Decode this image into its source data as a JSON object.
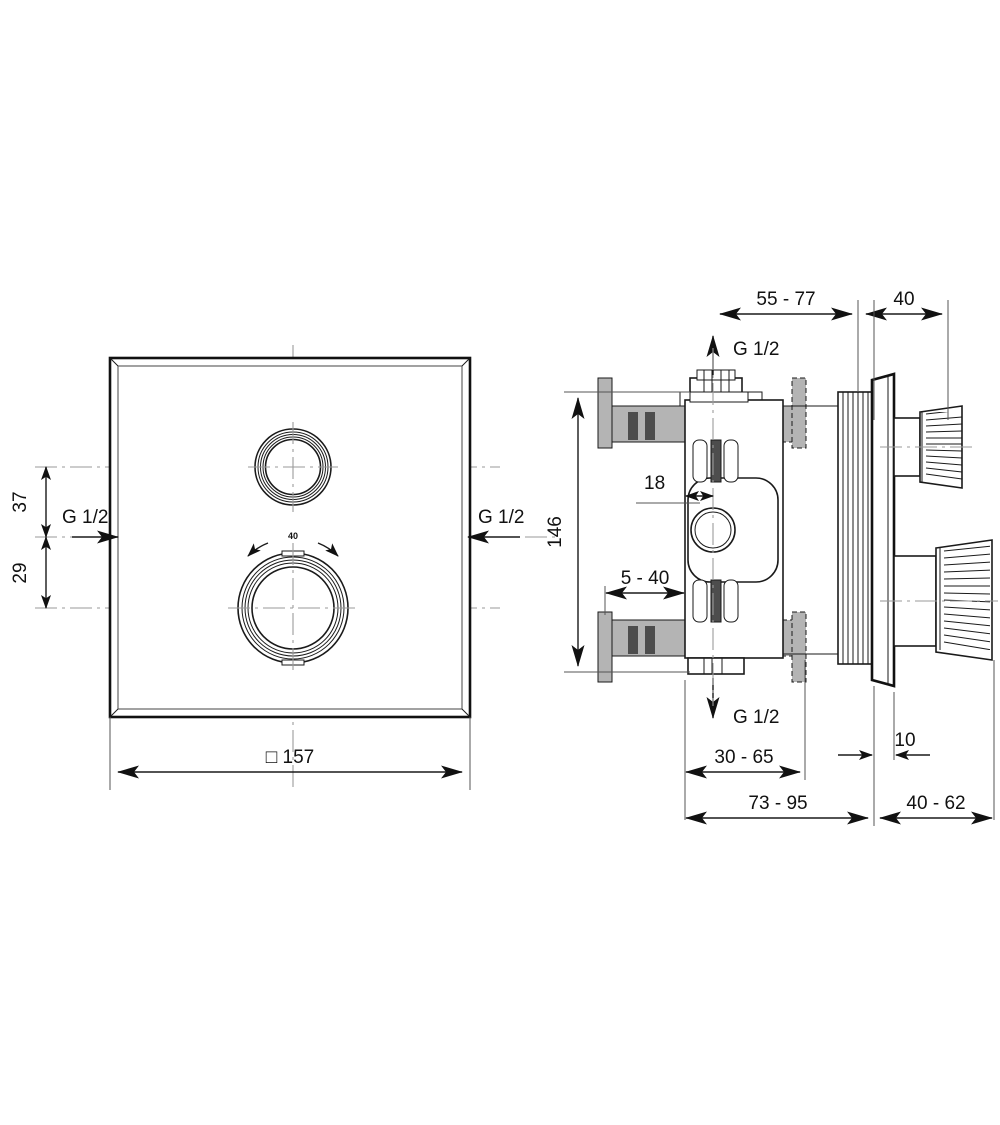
{
  "document": {
    "kind": "technical-dimension-drawing",
    "subject": "Concealed thermostatic shower mixer - square faceplate and built-in valve body",
    "background_color": "#ffffff",
    "line_color": "#1a1a1a",
    "center_line_color": "#9a9a9a"
  },
  "front_view": {
    "name": "front-elevation",
    "plate_label": "□ 157",
    "plate_width_mm": 157,
    "dimensions": {
      "top_offset": "37",
      "bottom_offset": "29",
      "width": "□ 157"
    },
    "inlet_left_label": "G 1/2",
    "inlet_right_label": "G 1/2",
    "temperature_mark": "40",
    "controls": [
      {
        "name": "flow-control-knob",
        "position": "upper",
        "type": "ring"
      },
      {
        "name": "thermostatic-knob",
        "position": "lower",
        "type": "ring",
        "scale_mark": "40"
      }
    ]
  },
  "side_view": {
    "name": "side-section",
    "dimensions": {
      "top_span": "55 - 77",
      "top_right": "40",
      "height": "146",
      "body_offset": "18",
      "wall_range": "5 - 40",
      "bottom_inner": "30 - 65",
      "bottom_total": "73 - 95",
      "plate_thickness": "10",
      "handle_projection": "40 - 62"
    },
    "port_top_label": "G 1/2",
    "port_bottom_label": "G 1/2",
    "handles": [
      {
        "name": "upper-handle",
        "style": "knurled-small"
      },
      {
        "name": "lower-handle",
        "style": "knurled-large"
      }
    ]
  },
  "labels": {
    "g_half": "G 1/2",
    "temp_40": "40",
    "square_157": "□ 157",
    "d37": "37",
    "d29": "29",
    "d146": "146",
    "d18": "18",
    "d10": "10",
    "d40": "40",
    "d55_77": "55 - 77",
    "d5_40": "5 - 40",
    "d30_65": "30 - 65",
    "d73_95": "73 - 95",
    "d40_62": "40 - 62"
  }
}
